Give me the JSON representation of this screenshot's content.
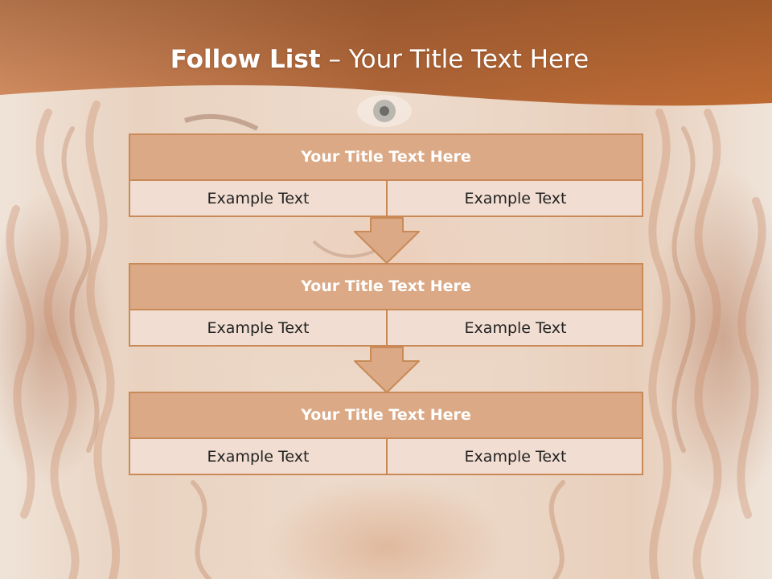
{
  "title": {
    "main": "Follow List",
    "rest": " – Your Title Text Here"
  },
  "colors": {
    "header_band": "#b4652e",
    "box_border": "#c98a58",
    "box_header": "#dba985",
    "box_body": "#f1ddd1",
    "text": "#222222"
  },
  "steps": [
    {
      "title": "Your Title Text Here",
      "left": "Example Text",
      "right": "Example Text"
    },
    {
      "title": "Your Title Text Here",
      "left": "Example Text",
      "right": "Example Text"
    },
    {
      "title": "Your Title Text Here",
      "left": "Example Text",
      "right": "Example Text"
    }
  ]
}
